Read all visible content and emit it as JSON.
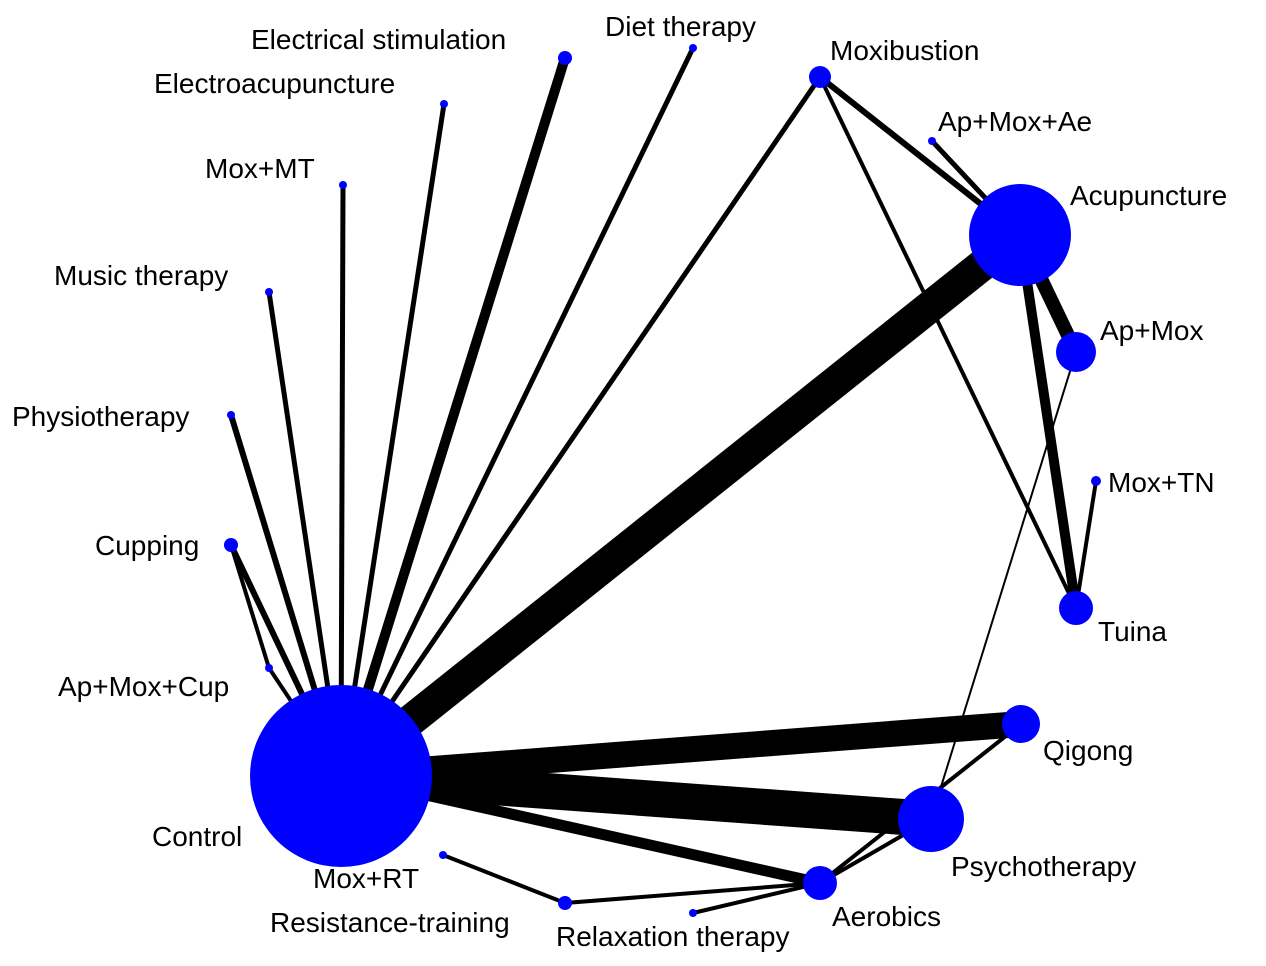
{
  "network": {
    "colors": {
      "node": "#0000ff",
      "edge": "#000000",
      "background": "#ffffff"
    },
    "nodes": [
      {
        "id": "control",
        "label": "Control"
      },
      {
        "id": "acupuncture",
        "label": "Acupuncture"
      },
      {
        "id": "moxibustion",
        "label": "Moxibustion"
      },
      {
        "id": "ap_mox_ae",
        "label": "Ap+Mox+Ae"
      },
      {
        "id": "ap_mox",
        "label": "Ap+Mox"
      },
      {
        "id": "mox_tn",
        "label": "Mox+TN"
      },
      {
        "id": "tuina",
        "label": "Tuina"
      },
      {
        "id": "qigong",
        "label": "Qigong"
      },
      {
        "id": "psychotherapy",
        "label": "Psychotherapy"
      },
      {
        "id": "aerobics",
        "label": "Aerobics"
      },
      {
        "id": "relaxation",
        "label": "Relaxation therapy"
      },
      {
        "id": "resistance",
        "label": "Resistance-training"
      },
      {
        "id": "mox_rt",
        "label": "Mox+RT"
      },
      {
        "id": "ap_mox_cup",
        "label": "Ap+Mox+Cup"
      },
      {
        "id": "cupping",
        "label": "Cupping"
      },
      {
        "id": "physiotherapy",
        "label": "Physiotherapy"
      },
      {
        "id": "music",
        "label": "Music therapy"
      },
      {
        "id": "mox_mt",
        "label": "Mox+MT"
      },
      {
        "id": "electroacupuncture",
        "label": "Electroacupuncture"
      },
      {
        "id": "electrical",
        "label": "Electrical stimulation"
      },
      {
        "id": "diet",
        "label": "Diet therapy"
      }
    ],
    "edges": [
      {
        "from": "control",
        "to": "acupuncture"
      },
      {
        "from": "control",
        "to": "qigong"
      },
      {
        "from": "control",
        "to": "psychotherapy"
      },
      {
        "from": "control",
        "to": "aerobics"
      },
      {
        "from": "control",
        "to": "electrical"
      },
      {
        "from": "control",
        "to": "diet"
      },
      {
        "from": "control",
        "to": "moxibustion"
      },
      {
        "from": "control",
        "to": "electroacupuncture"
      },
      {
        "from": "control",
        "to": "mox_mt"
      },
      {
        "from": "control",
        "to": "music"
      },
      {
        "from": "control",
        "to": "physiotherapy"
      },
      {
        "from": "control",
        "to": "cupping"
      },
      {
        "from": "control",
        "to": "ap_mox_cup"
      },
      {
        "from": "cupping",
        "to": "ap_mox_cup"
      },
      {
        "from": "acupuncture",
        "to": "ap_mox"
      },
      {
        "from": "acupuncture",
        "to": "tuina"
      },
      {
        "from": "acupuncture",
        "to": "moxibustion"
      },
      {
        "from": "acupuncture",
        "to": "ap_mox_ae"
      },
      {
        "from": "moxibustion",
        "to": "tuina"
      },
      {
        "from": "mox_tn",
        "to": "tuina"
      },
      {
        "from": "ap_mox",
        "to": "psychotherapy"
      },
      {
        "from": "qigong",
        "to": "aerobics"
      },
      {
        "from": "psychotherapy",
        "to": "aerobics"
      },
      {
        "from": "aerobics",
        "to": "relaxation"
      },
      {
        "from": "aerobics",
        "to": "resistance"
      },
      {
        "from": "resistance",
        "to": "mox_rt"
      }
    ]
  }
}
